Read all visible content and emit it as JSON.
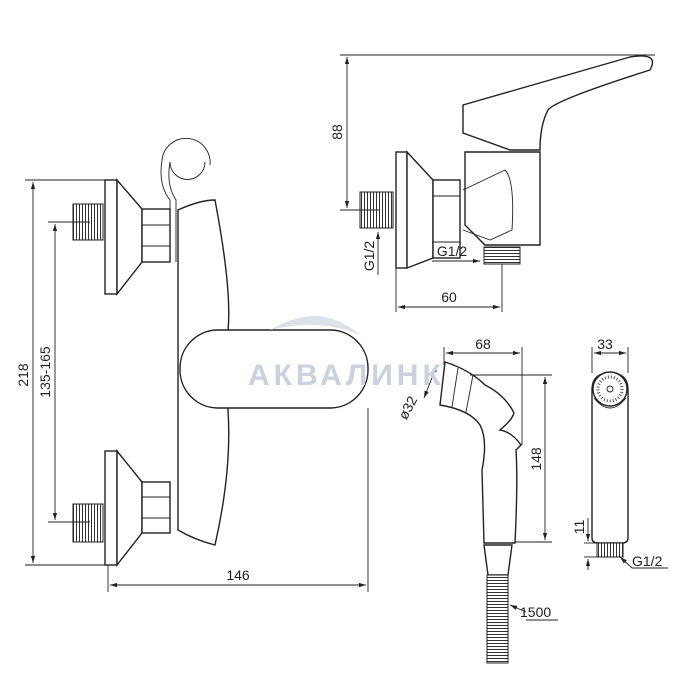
{
  "title": "Shower mixer with hygienic shower — dimensional drawing",
  "watermark": "АКВАЛИНК",
  "front_view": {
    "height": "218",
    "spacing": "135-165",
    "depth": "146"
  },
  "side_view": {
    "height": "88",
    "inlet_thread": "G1/2",
    "outlet_thread": "G1/2",
    "depth": "60"
  },
  "hand_shower": {
    "width": "68",
    "diameter": "ø32",
    "length": "148",
    "hose_length": "1500"
  },
  "hand_shower_side": {
    "width": "33",
    "thread_length": "11",
    "thread": "G1/2"
  },
  "colors": {
    "line": "#222222",
    "watermark": "#c9d2de"
  }
}
